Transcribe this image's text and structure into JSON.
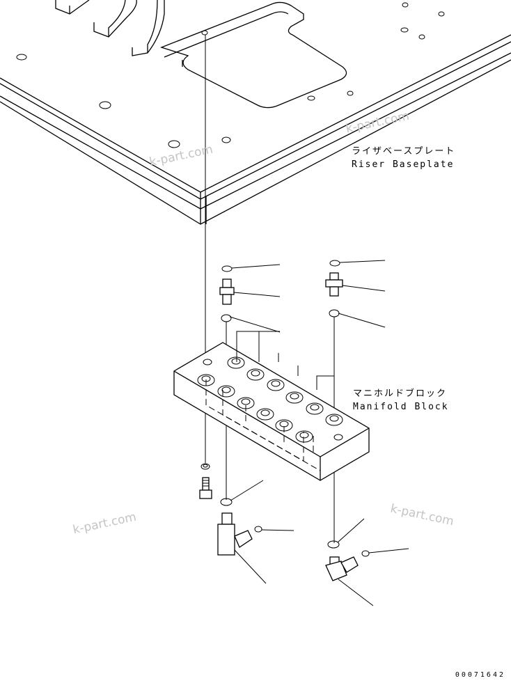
{
  "labels": {
    "riser_jp": "ライザベースプレート",
    "riser_en": "Riser Baseplate",
    "manifold_jp": "マニホルドブロック",
    "manifold_en": "Manifold Block"
  },
  "watermark": "k-part.com",
  "drawing_code": "00071642",
  "colors": {
    "line": "#000000",
    "watermark": "#c4c4c4",
    "background": "#ffffff"
  }
}
